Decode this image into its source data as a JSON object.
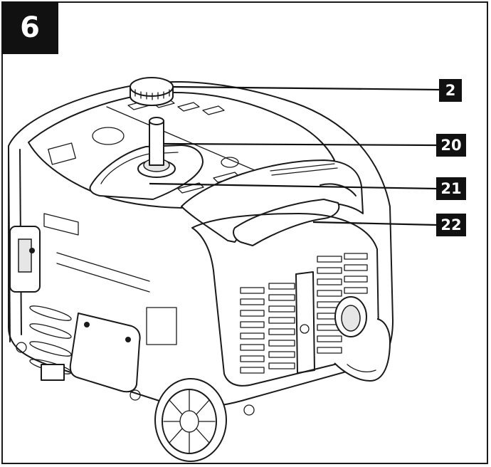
{
  "figure": {
    "number": "6"
  },
  "callouts": [
    {
      "id": "callout-2",
      "label": "2"
    },
    {
      "id": "callout-20",
      "label": "20"
    },
    {
      "id": "callout-21",
      "label": "21"
    },
    {
      "id": "callout-22",
      "label": "22"
    }
  ],
  "colors": {
    "ink": "#1a1a1a",
    "label_background": "#111111",
    "label_text": "#ffffff",
    "paper": "#ffffff"
  }
}
